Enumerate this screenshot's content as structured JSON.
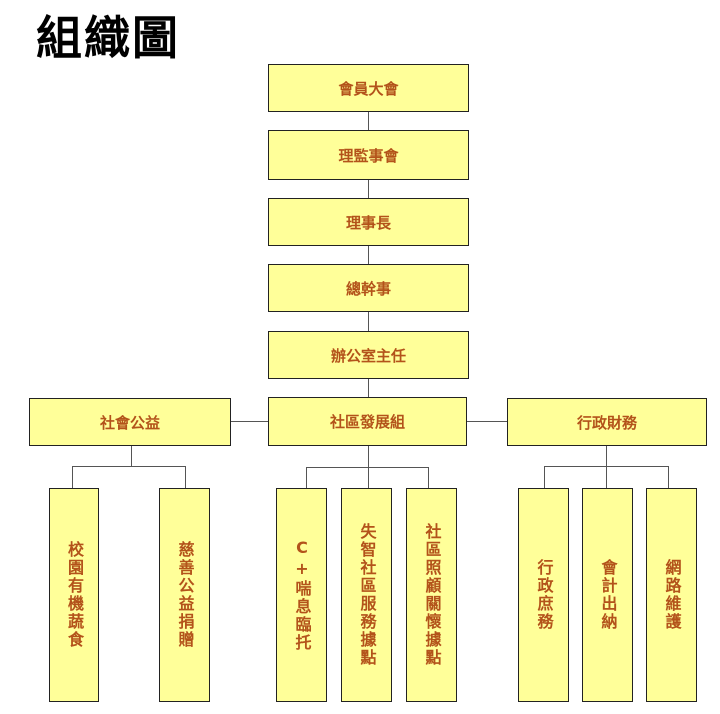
{
  "title": "組織圖",
  "colors": {
    "box_fill": "#ffff99",
    "text": "#b3531a",
    "border": "#222222",
    "connector": "#555555"
  },
  "chain": [
    "會員大會",
    "理監事會",
    "理事長",
    "總幹事",
    "辦公室主任"
  ],
  "departments": {
    "left": "社會公益",
    "center": "社區發展組",
    "right": "行政財務"
  },
  "units": {
    "left": [
      "校園有機蔬食",
      "慈善公益捐贈"
    ],
    "center": [
      "C+喘息臨托",
      "失智社區服務據點",
      "社區照顧關懷據點"
    ],
    "right": [
      "行政庶務",
      "會計出納",
      "網路維護"
    ]
  }
}
